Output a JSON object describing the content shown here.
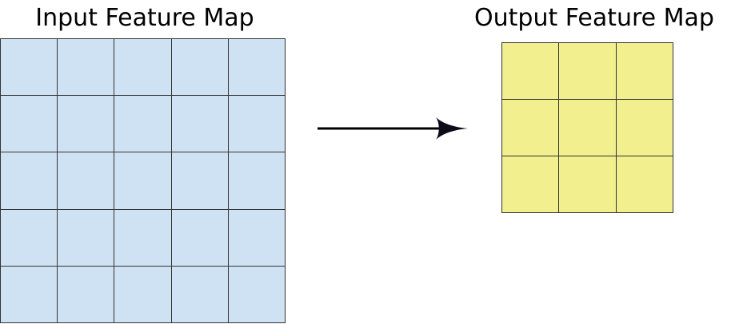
{
  "input_map": {
    "title": "Input Feature Map",
    "rows": 5,
    "cols": 5,
    "cell_color": "#cfe2f3"
  },
  "output_map": {
    "title": "Output Feature Map",
    "rows": 3,
    "cols": 3,
    "cell_color": "#f2f08e"
  },
  "arrow": {
    "color": "#000000",
    "head_color": "#0b0b1a"
  }
}
